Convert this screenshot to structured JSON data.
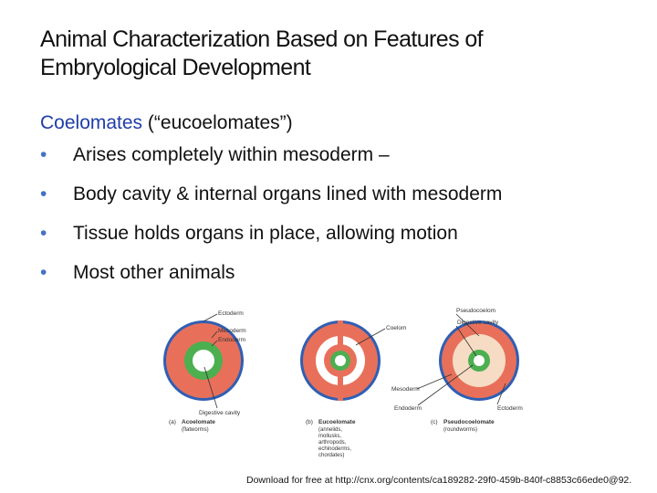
{
  "slide": {
    "title": "Animal Characterization Based on Features of Embryological Development",
    "subheading_keyword": "Coelomates",
    "subheading_rest": " (“eucoelomates”)",
    "bullets": [
      {
        "marker": "•",
        "text": "Arises completely within mesoderm –"
      },
      {
        "marker": "•",
        "text": "Body cavity & internal organs lined with mesoderm"
      },
      {
        "marker": "•",
        "text": "Tissue holds organs in place, allowing motion"
      },
      {
        "marker": "•",
        "text": "Most other animals"
      }
    ],
    "footer": "Download for free at http://cnx.org/contents/ca189282-29f0-459b-840f-c8853c66ede0@92."
  },
  "figure": {
    "labels": {
      "ectoderm_a": "Ectoderm",
      "mesoderm_a": "Mesoderm",
      "endoderm_a": "Endoderm",
      "digestive_a": "Digestive cavity",
      "coelom": "Coelom",
      "pseudocoelom": "Pseudocoelom",
      "digestive_c": "Digestive cavity",
      "mesoderm_c": "Mesoderm",
      "endoderm_c": "Endoderm",
      "ectoderm_c": "Ectoderm"
    },
    "captions": [
      {
        "letter": "(a)",
        "name": "Acoelomate",
        "lines": [
          "(flatworms)"
        ]
      },
      {
        "letter": "(b)",
        "name": "Eucoelomate",
        "lines": [
          "(annelids,",
          "mollusks,",
          "arthropods,",
          "echinoderms,",
          "chordates)"
        ]
      },
      {
        "letter": "(c)",
        "name": "Pseudocoelomate",
        "lines": [
          "(roundworms)"
        ]
      }
    ],
    "colors": {
      "ectoderm": "#2f5fb4",
      "mesoderm": "#e8705a",
      "endoderm": "#4caf50",
      "pseudocoelom": "#f6dcc4",
      "cavity": "#ffffff"
    }
  }
}
